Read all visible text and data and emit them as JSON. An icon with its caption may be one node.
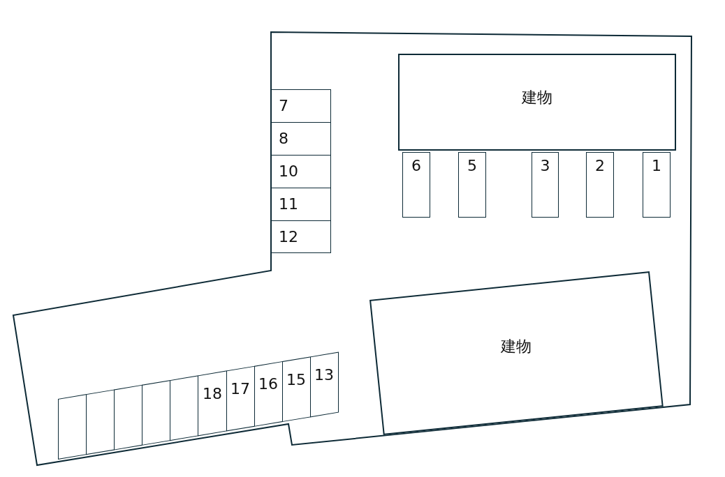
{
  "diagram": {
    "nodes": [
      {
        "text": [
          "建物"
        ]
      },
      {
        "text": [
          "6"
        ]
      },
      {
        "text": [
          "5"
        ]
      },
      {
        "text": [
          "3"
        ]
      },
      {
        "text": [
          "2"
        ]
      },
      {
        "text": [
          "1"
        ]
      },
      {
        "text": [
          "7"
        ]
      },
      {
        "text": [
          "8"
        ]
      },
      {
        "text": [
          "10"
        ]
      },
      {
        "text": [
          "11"
        ]
      },
      {
        "text": [
          "12"
        ]
      },
      {
        "text": [
          "建物"
        ]
      },
      {
        "text": [],
        "shape": "box"
      },
      {
        "text": [],
        "shape": "box"
      },
      {
        "text": [],
        "shape": "box"
      },
      {
        "text": [],
        "shape": "box"
      },
      {
        "text": [],
        "shape": "box"
      },
      {
        "text": [
          "18"
        ]
      },
      {
        "text": [
          "17"
        ]
      },
      {
        "text": [
          "16"
        ]
      },
      {
        "text": [
          "15"
        ]
      },
      {
        "text": [
          "13"
        ]
      }
    ]
  }
}
